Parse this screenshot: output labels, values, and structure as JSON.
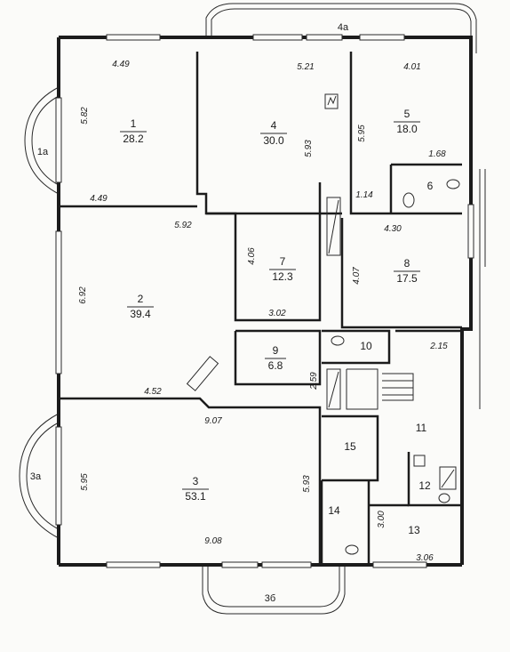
{
  "rooms": [
    {
      "id": "1",
      "number": "1",
      "area": "28.2"
    },
    {
      "id": "2",
      "number": "2",
      "area": "39.4"
    },
    {
      "id": "3",
      "number": "3",
      "area": "53.1"
    },
    {
      "id": "4",
      "number": "4",
      "area": "30.0"
    },
    {
      "id": "5",
      "number": "5",
      "area": "18.0"
    },
    {
      "id": "6",
      "number": "6",
      "area": ""
    },
    {
      "id": "7",
      "number": "7",
      "area": "12.3"
    },
    {
      "id": "8",
      "number": "8",
      "area": "17.5"
    },
    {
      "id": "9",
      "number": "9",
      "area": "6.8"
    },
    {
      "id": "10",
      "number": "10",
      "area": ""
    },
    {
      "id": "11",
      "number": "11",
      "area": ""
    },
    {
      "id": "12",
      "number": "12",
      "area": ""
    },
    {
      "id": "13",
      "number": "13",
      "area": ""
    },
    {
      "id": "14",
      "number": "14",
      "area": ""
    },
    {
      "id": "15",
      "number": "15",
      "area": ""
    }
  ],
  "balconies": {
    "b1a": "1a",
    "b3a": "3a",
    "b4a": "4a",
    "b3b": "3б"
  },
  "dimensions": {
    "r1_top": "4.49",
    "r1_side": "5.82",
    "r1_bottom": "4.49",
    "r4_top": "5.21",
    "r4_side": "5.93",
    "r5_top": "4.01",
    "r5_side": "5.95",
    "r6_top": "1.68",
    "r6_side": "1.14",
    "r8_top": "4.30",
    "r2_top": "5.92",
    "r2_side": "6.92",
    "r7_side": "4.06",
    "r8_side": "4.07",
    "r7_bottom": "3.02",
    "r11_top": "2.15",
    "r9_side": "2.59",
    "r2_bottom": "4.52",
    "r3_top": "9.07",
    "r3_left": "5.95",
    "r3_right": "5.93",
    "r13_side": "3.00",
    "r3_bottom": "9.08",
    "r13_bottom": "3.06"
  }
}
